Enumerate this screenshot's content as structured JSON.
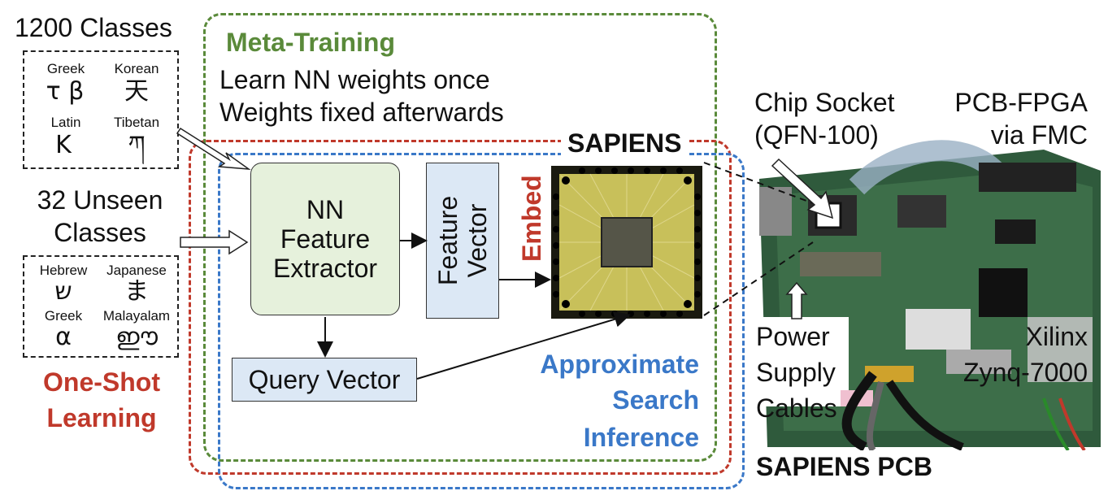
{
  "colors": {
    "meta_training": "#5a8a3a",
    "one_shot": "#c0392b",
    "approx_search": "#3a78c8",
    "nn_box": "#e6f1dc",
    "vector_box": "#dce8f5"
  },
  "training_set": {
    "title": "1200 Classes",
    "scripts": [
      {
        "name": "Greek",
        "glyph": "τ β"
      },
      {
        "name": "Korean",
        "glyph": "天"
      },
      {
        "name": "Latin",
        "glyph": "K"
      },
      {
        "name": "Tibetan",
        "glyph": "ཀ"
      }
    ]
  },
  "unseen_set": {
    "title_line1": "32 Unseen",
    "title_line2": "Classes",
    "scripts": [
      {
        "name": "Hebrew",
        "glyph": "ש"
      },
      {
        "name": "Japanese",
        "glyph": "ま"
      },
      {
        "name": "Greek",
        "glyph": "α"
      },
      {
        "name": "Malayalam",
        "glyph": "ഈ"
      }
    ]
  },
  "one_shot": {
    "line1": "One-Shot",
    "line2": "Learning"
  },
  "meta_training": {
    "title": "Meta-Training",
    "line1": "Learn NN weights once",
    "line2": "Weights fixed afterwards"
  },
  "nn_block": {
    "line1": "NN",
    "line2": "Feature",
    "line3": "Extractor"
  },
  "feature_vector": {
    "line1": "Feature",
    "line2": "Vector"
  },
  "embed_label": "Embed",
  "query_vector": "Query Vector",
  "sapiens_chip_label": "SAPIENS",
  "approx_search": {
    "line1": "Approximate",
    "line2": "Search",
    "line3": "Inference"
  },
  "pcb": {
    "chip_socket_line1": "Chip Socket",
    "chip_socket_line2": "(QFN-100)",
    "fpga_line1": "PCB-FPGA",
    "fpga_line2": "via FMC",
    "power_line1": "Power",
    "power_line2": "Supply",
    "power_line3": "Cables",
    "xilinx_line1": "Xilinx",
    "xilinx_line2": "Zynq-7000",
    "board_label": "SAPIENS PCB"
  }
}
